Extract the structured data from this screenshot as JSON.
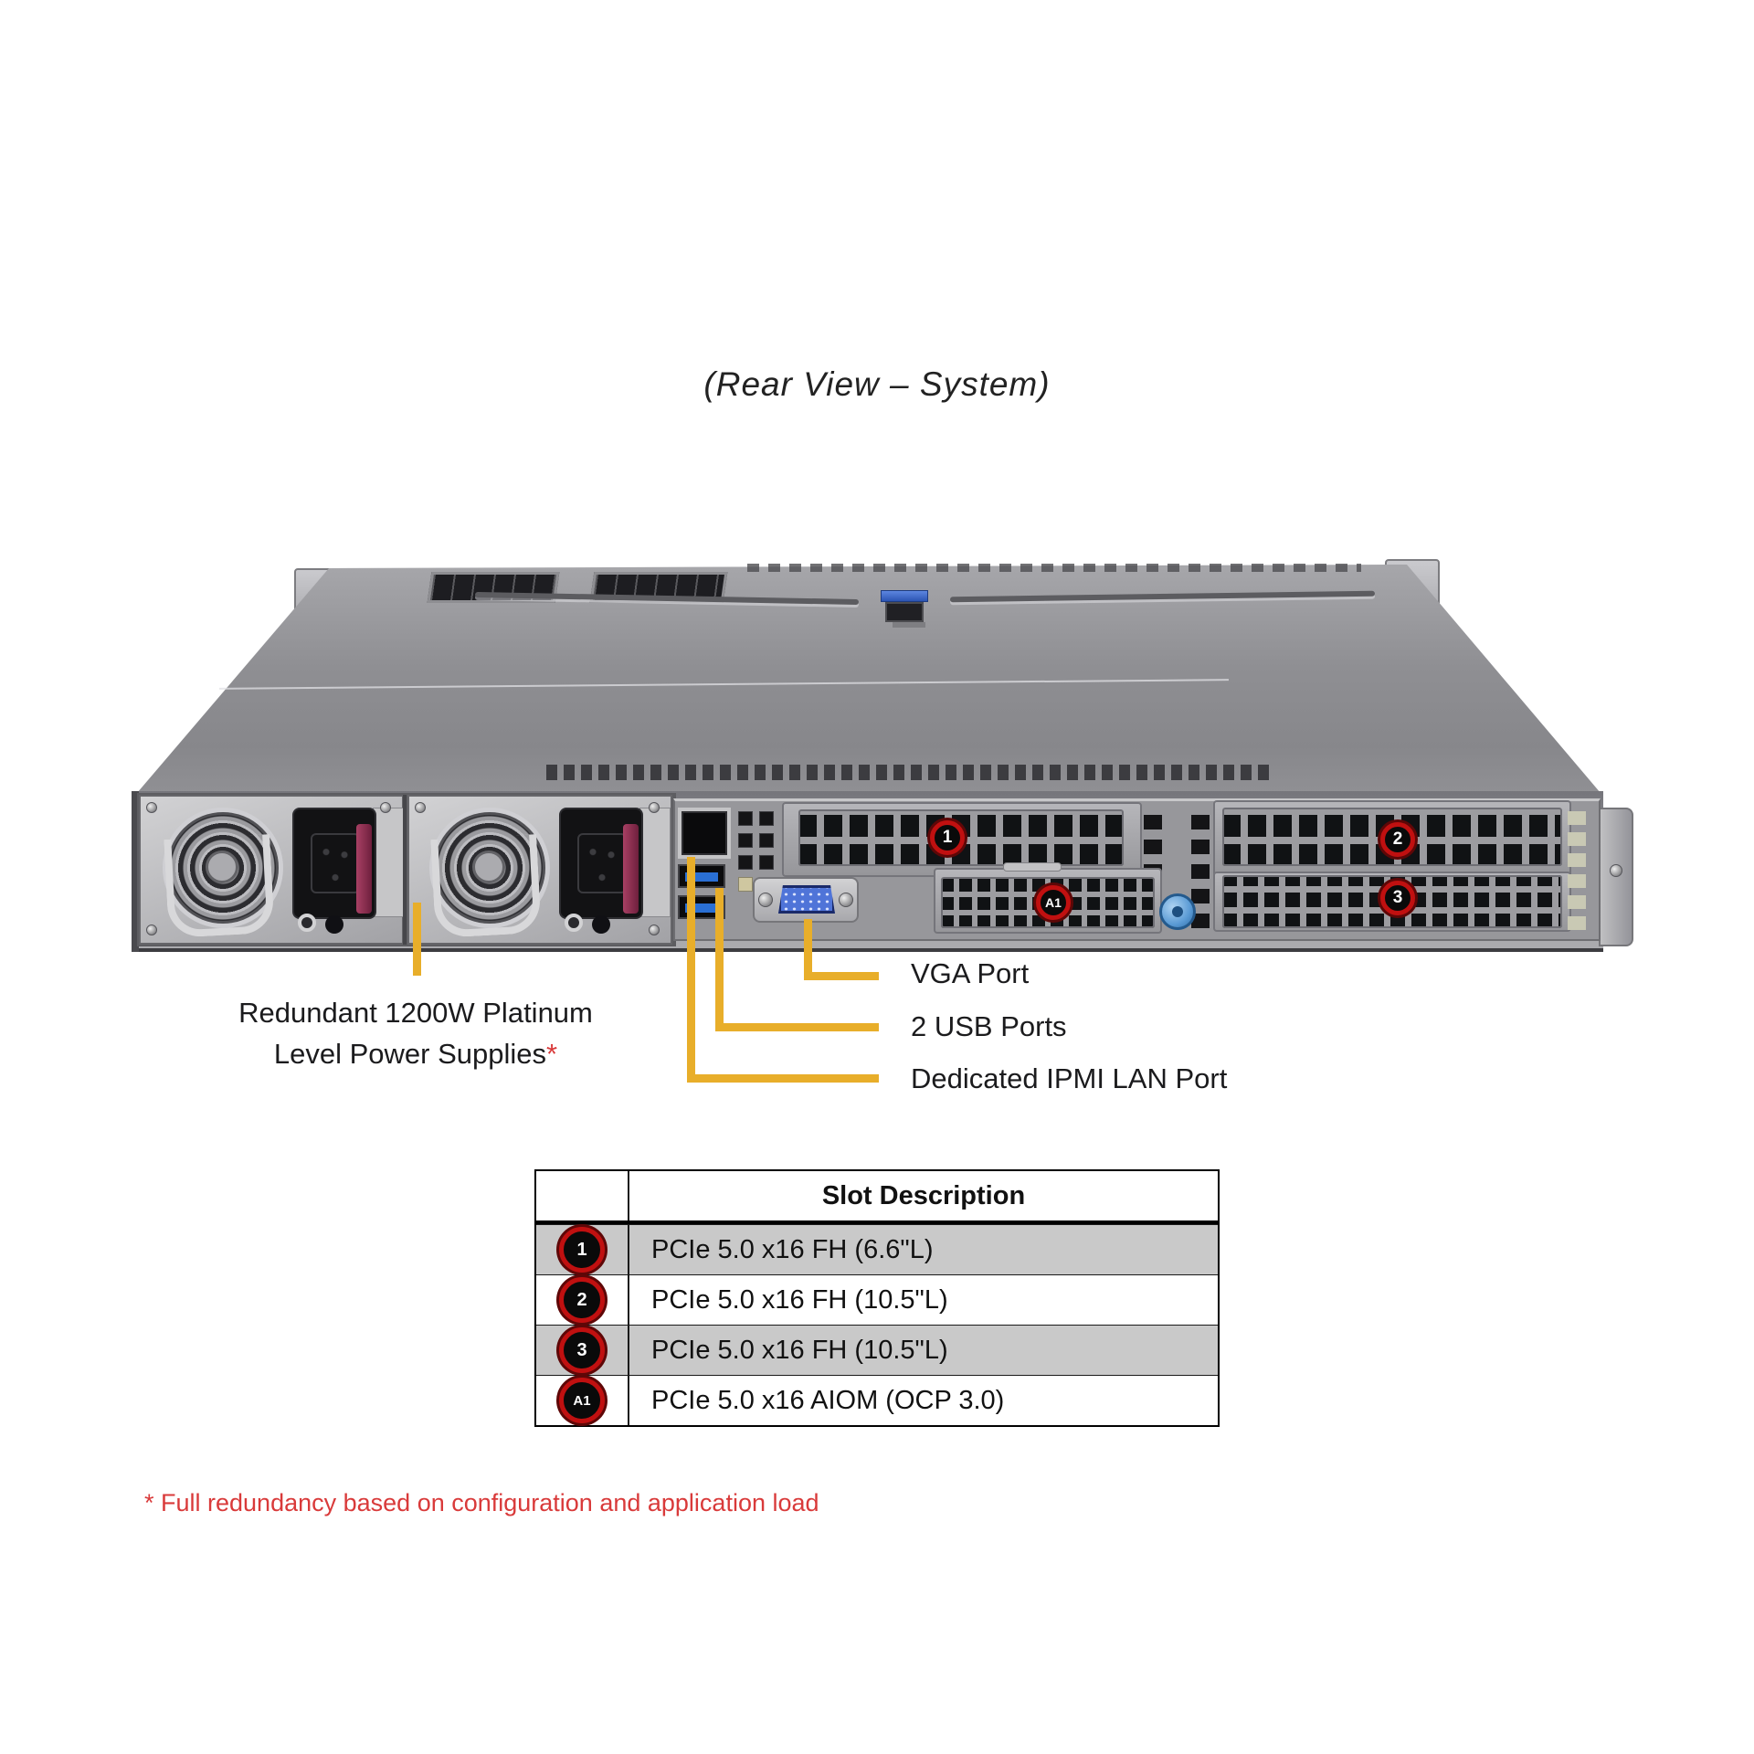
{
  "figure_title": "(Rear View – System)",
  "labels": {
    "psu_line1": "Redundant 1200W Platinum",
    "psu_line2": "Level Power Supplies",
    "psu_asterisk": "*",
    "vga": "VGA Port",
    "usb": "2 USB Ports",
    "ipmi": "Dedicated IPMI LAN Port"
  },
  "slot_markers": {
    "slot1": "1",
    "slot2": "2",
    "slot3": "3",
    "aiom": "A1"
  },
  "table": {
    "header": "Slot Description",
    "rows": [
      {
        "slot": "1",
        "description": "PCIe 5.0 x16 FH (6.6\"L)"
      },
      {
        "slot": "2",
        "description": "PCIe 5.0 x16 FH (10.5\"L)"
      },
      {
        "slot": "3",
        "description": "PCIe 5.0 x16 FH (10.5\"L)"
      },
      {
        "slot": "A1",
        "description": "PCIe 5.0 x16 AIOM (OCP 3.0)"
      }
    ]
  },
  "footnote": "* Full redundancy based on configuration and application load",
  "colors": {
    "callout_yellow": "#e8ae2a",
    "marker_ring_red": "#c01010",
    "footnote_red": "#d93a3a",
    "table_row_gray": "#c9c9c9",
    "vga_blue": "#4f74d8",
    "usb_blue": "#2a6fd4",
    "thumbscrew_blue": "#5b9bd5"
  }
}
